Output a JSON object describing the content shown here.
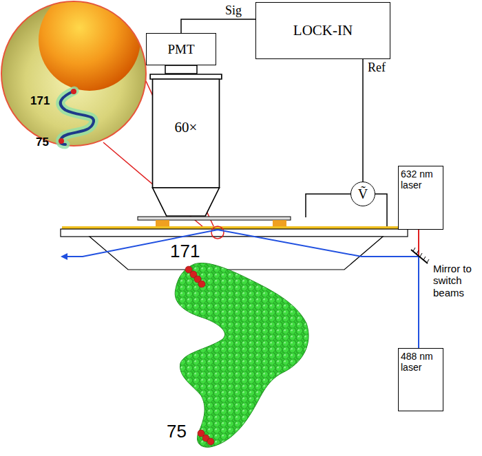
{
  "diagram": {
    "nodes": [
      {
        "text": [
          "LOCK-IN"
        ]
      },
      {
        "text": [
          "PMT"
        ]
      },
      {
        "text": [
          "60×"
        ]
      },
      {
        "text": [
          "Ṽ"
        ]
      },
      {
        "text": [
          "632 nm laser"
        ]
      },
      {
        "text": [
          "488 nm laser"
        ]
      }
    ],
    "edges": [
      {
        "from": 1,
        "to": 0,
        "arrow": "none",
        "label": "Sig"
      },
      {
        "from": 0,
        "to": 3,
        "arrow": "none",
        "label": "Ref"
      }
    ],
    "labels": [
      "171",
      "75",
      "Mirror to switch beams",
      "171",
      "75"
    ]
  }
}
